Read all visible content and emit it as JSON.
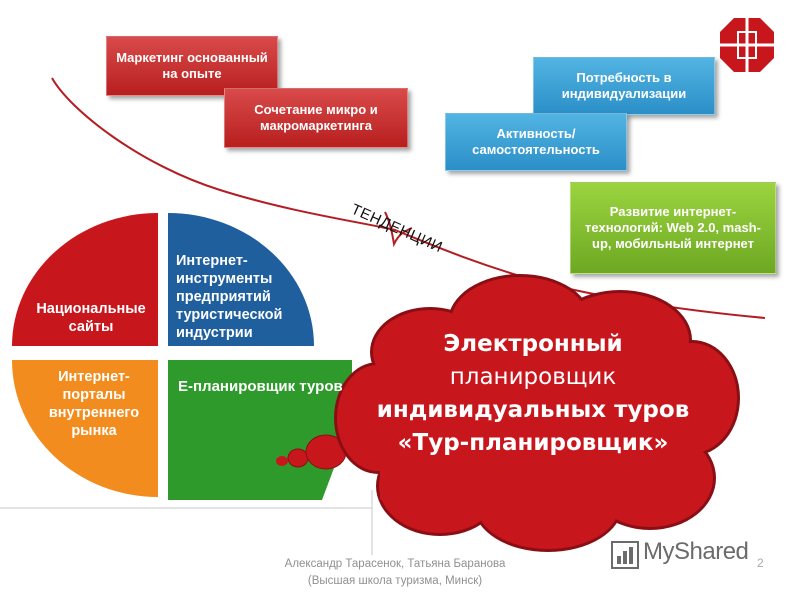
{
  "boxes": {
    "marketing_experience": "Маркетинг основанный на опыте",
    "micro_macro": "Сочетание микро и макромаркетинга",
    "individualization_need": "Потребность в индивидуализации",
    "activity_independence": "Активность/ самостоятельность",
    "internet_tech": "Развитие интернет-технологий: Web 2.0, mash-up, мобильный интернет"
  },
  "tendency_label": "ТЕНДЕНЦИИ",
  "segments": {
    "national_sites": "Национальные сайты",
    "internet_tools": "Интернет-инструменты предприятий туристической индустрии",
    "internet_portals": "Интернет-порталы внутреннего рынка",
    "e_planner": "Е-планировщик туров"
  },
  "cloud": {
    "line1": "Электронный",
    "line2": "планировщик",
    "line3": "индивидуальных туров",
    "line4": "«Тур-планировщик»"
  },
  "footer": {
    "authors": "Александр Тарасенок, Татьяна Баранова",
    "institution": "(Высшая школа туризма, Минск)"
  },
  "logo": {
    "text": "MyShared"
  },
  "page_number": "2",
  "colors": {
    "red": "#c8161d",
    "blue": "#1f5f9e",
    "orange": "#f28c1e",
    "green": "#2f9a2c",
    "box_red": "#c9302c",
    "box_blue": "#3aa2d8",
    "box_green": "#86c232"
  }
}
